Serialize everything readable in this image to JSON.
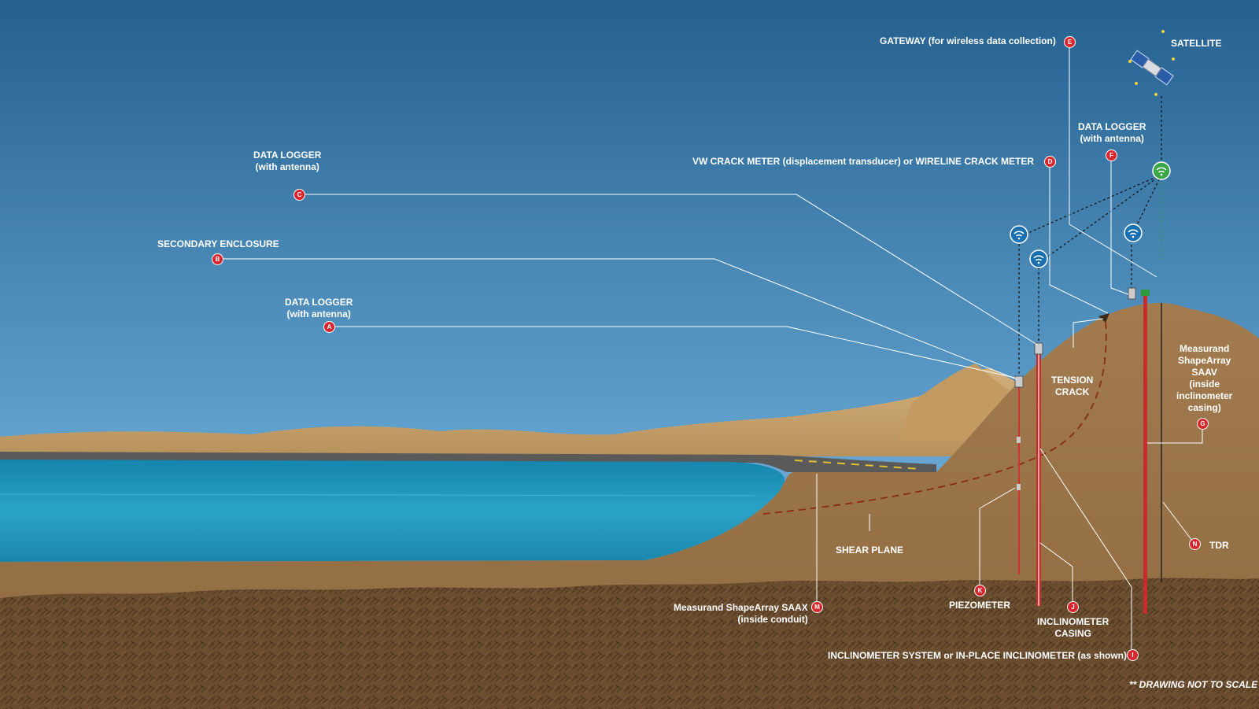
{
  "labels": {
    "a_title": "DATA LOGGER",
    "a_sub": "(with antenna)",
    "b_title": "SECONDARY ENCLOSURE",
    "c_title": "DATA LOGGER",
    "c_sub": "(with antenna)",
    "d_title": "VW CRACK METER (displacement transducer) or WIRELINE CRACK METER",
    "e_title": "GATEWAY (for wireless data collection)",
    "f_title": "DATA LOGGER",
    "f_sub": "(with antenna)",
    "satellite": "SATELLITE",
    "tension_l1": "TENSION",
    "tension_l2": "CRACK",
    "g_l1": "Measurand",
    "g_l2": "ShapeArray",
    "g_l3": "SAAV",
    "g_l4": "(inside",
    "g_l5": "inclinometer",
    "g_l6": "casing)",
    "shear_plane": "SHEAR PLANE",
    "n_title": "TDR",
    "m_l1": "Measurand ShapeArray SAAX",
    "m_l2": "(inside conduit)",
    "k_title": "PIEZOMETER",
    "j_l1": "INCLINOMETER",
    "j_l2": "CASING",
    "i_title": "INCLINOMETER SYSTEM or IN-PLACE INCLINOMETER (as shown)",
    "scale_note": "** DRAWING NOT TO SCALE"
  },
  "markers": [
    "A",
    "B",
    "C",
    "D",
    "E",
    "F",
    "G",
    "I",
    "J",
    "K",
    "M",
    "N"
  ],
  "colors": {
    "sky_top": "#25608f",
    "sky_bottom": "#8cc4e6",
    "water": "#1e8fb6",
    "soil": "#9a7548",
    "bedrock": "#6b4e30",
    "marker": "#d7262e",
    "wifi_blue": "#1a6fb0",
    "wifi_green": "#3aa547"
  },
  "icons": [
    "satellite-icon",
    "wifi-icon"
  ]
}
